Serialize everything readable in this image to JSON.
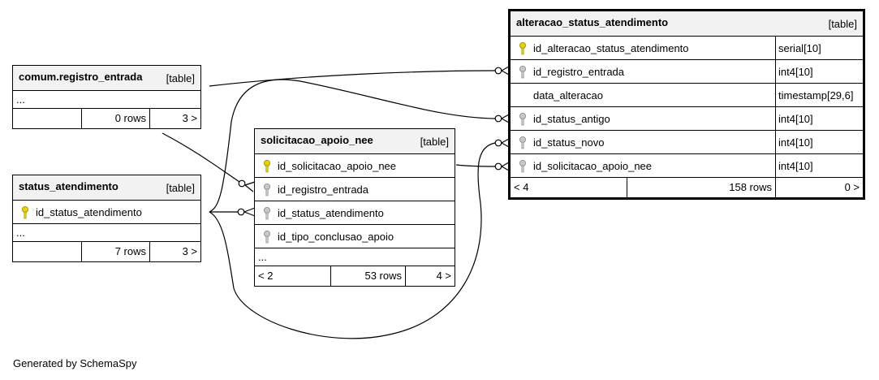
{
  "footer": "Generated by SchemaSpy",
  "tables": {
    "registro": {
      "name": "comum.registro_entrada",
      "type": "[table]",
      "dots": "...",
      "rows": "0 rows",
      "children": "3 >"
    },
    "status": {
      "name": "status_atendimento",
      "type": "[table]",
      "col1": "id_status_atendimento",
      "dots": "...",
      "rows": "7 rows",
      "children": "3 >"
    },
    "solicitacao": {
      "name": "solicitacao_apoio_nee",
      "type": "[table]",
      "cols": [
        "id_solicitacao_apoio_nee",
        "id_registro_entrada",
        "id_status_atendimento",
        "id_tipo_conclusao_apoio"
      ],
      "dots": "...",
      "parents": "< 2",
      "rows": "53 rows",
      "children": "4 >"
    },
    "alteracao": {
      "name": "alteracao_status_atendimento",
      "type": "[table]",
      "cols": [
        "id_alteracao_status_atendimento",
        "id_registro_entrada",
        "data_alteracao",
        "id_status_antigo",
        "id_status_novo",
        "id_solicitacao_apoio_nee"
      ],
      "types": [
        "serial[10]",
        "int4[10]",
        "timestamp[29,6]",
        "int4[10]",
        "int4[10]",
        "int4[10]"
      ],
      "parents": "< 4",
      "rows": "158 rows",
      "children": "0 >"
    }
  },
  "colors": {
    "primary_key": "#e6d200",
    "foreign_key": "#a8a8a8",
    "header_bg": "#f2f2f2"
  }
}
